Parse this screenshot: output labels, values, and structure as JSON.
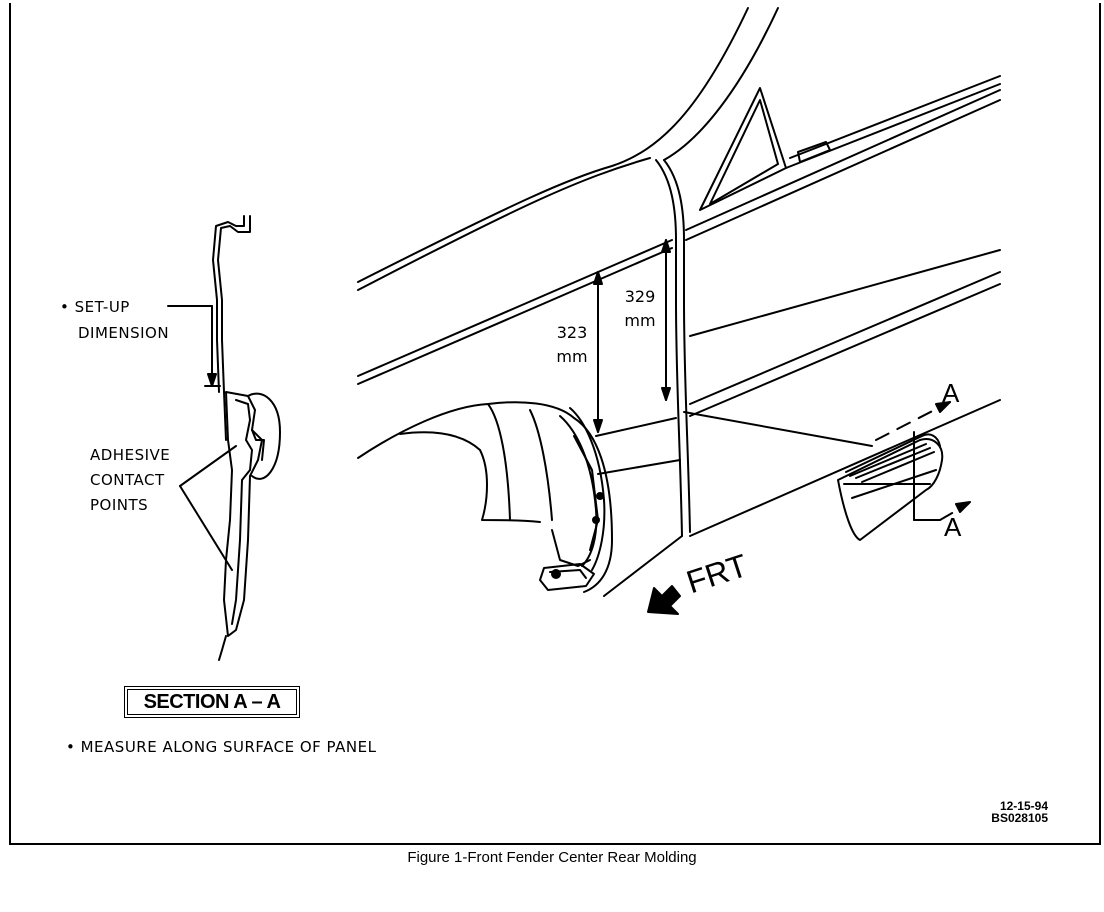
{
  "labels": {
    "setup_line1": "• SET-UP",
    "setup_line2": "DIMENSION",
    "adhesive_line1": "ADHESIVE",
    "adhesive_line2": "CONTACT",
    "adhesive_line3": "POINTS",
    "dim_323_value": "323",
    "dim_323_unit": "mm",
    "dim_329_value": "329",
    "dim_329_unit": "mm",
    "section_a_top": "A",
    "section_a_bottom": "A",
    "frt": "FRT",
    "section_title": "SECTION A – A",
    "note": "• MEASURE ALONG SURFACE OF PANEL",
    "date_code": "12-15-94",
    "part_code": "BS028105"
  },
  "caption": "Figure 1-Front Fender Center Rear Molding"
}
